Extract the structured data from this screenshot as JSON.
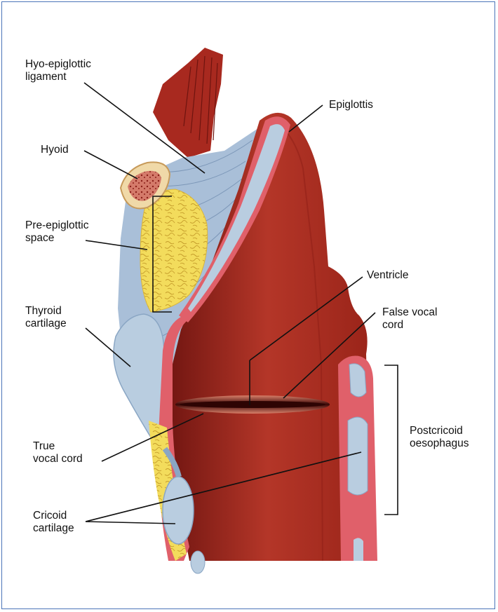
{
  "labels": {
    "hyo_epiglottic": [
      "Hyo-epiglottic",
      "ligament"
    ],
    "epiglottis": [
      "Epiglottis"
    ],
    "hyoid": [
      "Hyoid"
    ],
    "pre_epiglottic": [
      "Pre-epiglottic",
      "space"
    ],
    "ventricle": [
      "Ventricle"
    ],
    "false_vocal_cord": [
      "False vocal",
      "cord"
    ],
    "thyroid_cartilage": [
      "Thyroid",
      "cartilage"
    ],
    "postcricoid": [
      "Postcricoid",
      "oesophagus"
    ],
    "true_vocal_cord": [
      "True",
      "vocal cord"
    ],
    "cricoid_cartilage": [
      "Cricoid",
      "cartilage"
    ]
  },
  "colors": {
    "frame": "#4a74b8",
    "muscle": "#a7281f",
    "mucosa_pink": "#e0606a",
    "cartilage_blue": "#b9cde0",
    "fat_yellow": "#f3dc5c",
    "ligament": "#9ab3cf"
  }
}
